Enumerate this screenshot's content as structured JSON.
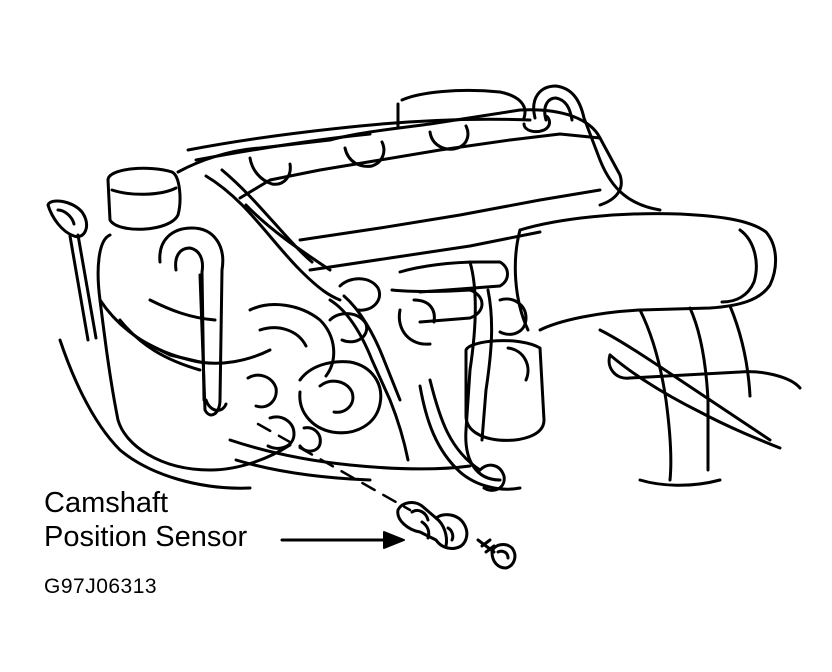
{
  "label": {
    "line1": "Camshaft",
    "line2": "Position Sensor"
  },
  "figure_id": "G97J06313",
  "colors": {
    "ink": "#000000",
    "paper": "#ffffff"
  }
}
